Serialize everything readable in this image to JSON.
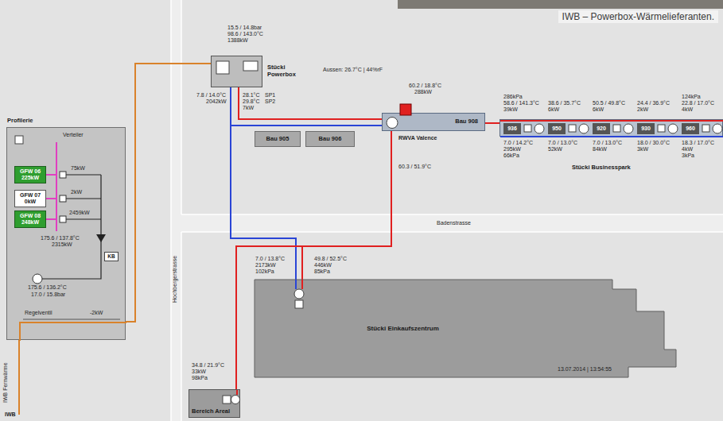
{
  "diagram": {
    "caption": "IWB – Powerbox-Wärmelieferanten.",
    "nodes": [
      {
        "text": [
          "Profilerie"
        ]
      },
      {
        "text": [
          "GFW 06",
          "225kW"
        ],
        "in": 0
      },
      {
        "text": [
          "GFW 07",
          "0kW"
        ],
        "in": 0
      },
      {
        "text": [
          "GFW 08",
          "248kW"
        ],
        "in": 0
      },
      {
        "text": [
          "KB"
        ],
        "in": 0
      },
      {
        "text": [
          "Stücki Powerbox"
        ]
      },
      {
        "text": [
          "Bau 905"
        ]
      },
      {
        "text": [
          "Bau 906"
        ]
      },
      {
        "text": [
          "Bau 908"
        ]
      },
      {
        "text": [
          "Stücki Businesspark"
        ]
      },
      {
        "text": [
          "936"
        ],
        "in": 9
      },
      {
        "text": [
          "950"
        ],
        "in": 9
      },
      {
        "text": [
          "920"
        ],
        "in": 9
      },
      {
        "text": [
          "930"
        ],
        "in": 9
      },
      {
        "text": [
          "960"
        ],
        "in": 9
      },
      {
        "text": [
          "Stücki Einkaufszentrum"
        ]
      },
      {
        "text": [
          "Bereich Areal"
        ]
      }
    ],
    "edges": [
      {
        "from": 0,
        "to": 5,
        "arrow": "none"
      },
      {
        "from": 5,
        "to": 8,
        "arrow": "none"
      },
      {
        "from": 8,
        "to": 9,
        "arrow": "none"
      },
      {
        "from": 5,
        "to": 15,
        "arrow": "none"
      },
      {
        "from": 8,
        "to": 15,
        "arrow": "none"
      },
      {
        "from": 8,
        "to": 16,
        "arrow": "none"
      }
    ],
    "labels": [
      "15.5 / 14.8bar",
      "98.6 / 143.0°C",
      "1388kW",
      "7.8 / 14.0°C",
      "2042kW",
      "28.1°C",
      "SP1",
      "29.8°C",
      "SP2",
      "7kW",
      "Aussen: 26.7°C | 44%rF",
      "60.2 / 18.8°C",
      "288kW",
      "RWVA Valence",
      "60.3 / 51.9°C",
      "286kPa",
      "58.6 / 141.3°C",
      "39kW",
      "38.6 / 35.7°C",
      "6kW",
      "50.5 / 49.8°C",
      "6kW",
      "124kPa",
      "24.4 / 36.9°C",
      "2kW",
      "22.8 / 17.0°C",
      "4kW",
      "7.0 / 14.2°C",
      "295kW",
      "66kPa",
      "7.0 / 13.0°C",
      "52kW",
      "7.0 / 13.0°C",
      "84kW",
      "18.0 / 30.0°C",
      "3kW",
      "18.3 / 17.0°C",
      "4kW",
      "3kPa",
      "7.0 / 13.8°C",
      "2173kW",
      "102kPa",
      "49.8 / 52.5°C",
      "446kW",
      "85kPa",
      "13.07.2014 | 13:54:55",
      "34.8 / 21.9°C",
      "33kW",
      "98kPa",
      "Badenstrasse",
      "Hochbergerstrasse",
      "IWB Fernwärme",
      "IWB",
      "Verteiler",
      "75kW",
      "2kW",
      "2459kW",
      "175.6 / 137.8°C",
      "2315kW",
      "175.6 / 136.2°C",
      "17.0 / 15.8bar",
      "Regelventil",
      "-2kW"
    ]
  }
}
